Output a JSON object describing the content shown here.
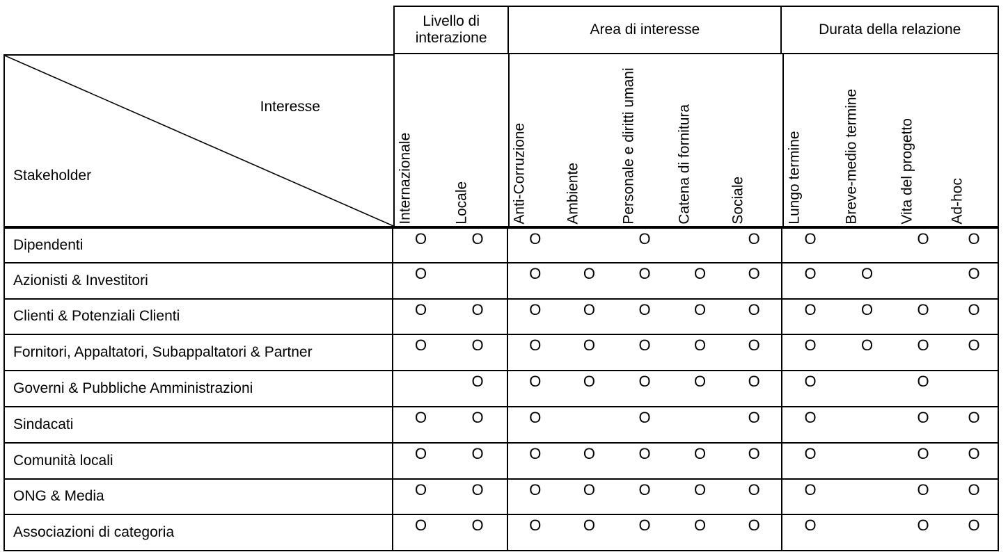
{
  "corner": {
    "column_axis_label": "Interesse",
    "row_axis_label": "Stakeholder"
  },
  "column_groups": [
    {
      "id": "interazione",
      "label": "Livello di interazione",
      "columns": [
        {
          "id": "internazionale",
          "label": "Internazionale",
          "wrap": false
        },
        {
          "id": "locale",
          "label": "Locale",
          "wrap": false
        }
      ]
    },
    {
      "id": "area",
      "label": "Area di interesse",
      "columns": [
        {
          "id": "anticorruzione",
          "label": "Anti-Corruzione",
          "wrap": false
        },
        {
          "id": "ambiente",
          "label": "Ambiente",
          "wrap": false
        },
        {
          "id": "personale",
          "label": "Personale e diritti umani",
          "wrap": true
        },
        {
          "id": "catena",
          "label": "Catena di fornitura",
          "wrap": false
        },
        {
          "id": "sociale",
          "label": "Sociale",
          "wrap": false
        }
      ]
    },
    {
      "id": "durata",
      "label": "Durata della relazione",
      "columns": [
        {
          "id": "lungo",
          "label": "Lungo termine",
          "wrap": false
        },
        {
          "id": "breve",
          "label": "Breve-medio termine",
          "wrap": false
        },
        {
          "id": "vita",
          "label": "Vita del progetto",
          "wrap": false
        },
        {
          "id": "adhoc",
          "label": "Ad-hoc",
          "wrap": false
        }
      ]
    }
  ],
  "mark_glyph": "O",
  "rows": [
    {
      "label": "Dipendenti",
      "marks": [
        true,
        true,
        true,
        false,
        true,
        false,
        true,
        true,
        false,
        true,
        true
      ]
    },
    {
      "label": "Azionisti & Investitori",
      "marks": [
        true,
        false,
        true,
        true,
        true,
        true,
        true,
        true,
        true,
        false,
        true
      ]
    },
    {
      "label": "Clienti & Potenziali Clienti",
      "marks": [
        true,
        true,
        true,
        true,
        true,
        true,
        true,
        true,
        true,
        true,
        true
      ]
    },
    {
      "label": "Fornitori, Appaltatori, Subappaltatori & Partner",
      "marks": [
        true,
        true,
        true,
        true,
        true,
        true,
        true,
        true,
        true,
        true,
        true
      ]
    },
    {
      "label": "Governi & Pubbliche Amministrazioni",
      "marks": [
        false,
        true,
        true,
        true,
        true,
        true,
        true,
        true,
        false,
        true,
        false
      ]
    },
    {
      "label": "Sindacati",
      "marks": [
        true,
        true,
        true,
        false,
        true,
        false,
        true,
        true,
        false,
        true,
        true
      ]
    },
    {
      "label": "Comunità locali",
      "marks": [
        true,
        true,
        true,
        true,
        true,
        true,
        true,
        true,
        false,
        true,
        true
      ]
    },
    {
      "label": "ONG & Media",
      "marks": [
        true,
        true,
        true,
        true,
        true,
        true,
        true,
        true,
        false,
        true,
        true
      ]
    },
    {
      "label": "Associazioni di categoria",
      "marks": [
        true,
        true,
        true,
        true,
        true,
        true,
        true,
        true,
        false,
        true,
        true
      ]
    }
  ],
  "colors": {
    "border": "#000000",
    "text": "#000000",
    "background": "#ffffff"
  }
}
